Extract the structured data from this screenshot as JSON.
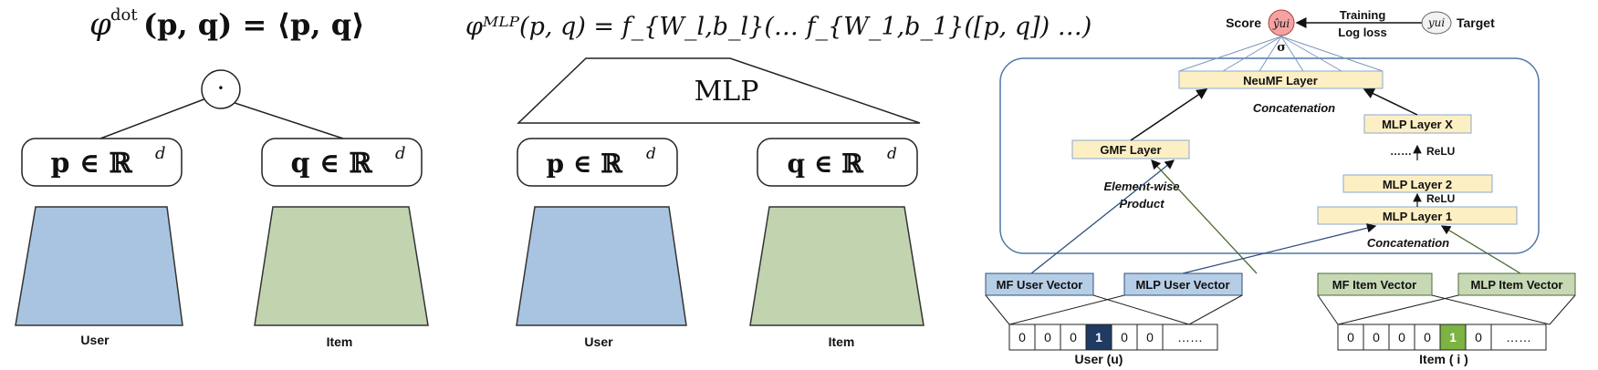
{
  "left_panel": {
    "formula": {
      "phi": "φ",
      "sup": "dot",
      "args": "(p, q) = ⟨p, q⟩"
    },
    "op_symbol": "·",
    "p_label": {
      "main": "p ∈ ℝ",
      "sup": "d"
    },
    "q_label": {
      "main": "q ∈ ℝ",
      "sup": "d"
    },
    "user_label": "User",
    "item_label": "Item"
  },
  "middle_panel": {
    "formula": "φᴹᴸᴾ(p, q) = f_{W_l,b_l}(… f_{W_1,b_1}([p, q]) …)",
    "mlp_label": "MLP",
    "p_label": {
      "main": "p ∈ ℝ",
      "sup": "d"
    },
    "q_label": {
      "main": "q ∈ ℝ",
      "sup": "d"
    },
    "user_label": "User",
    "item_label": "Item"
  },
  "neumf": {
    "score_label": "Score",
    "score_symbol": "ŷui",
    "training_label_1": "Training",
    "training_label_2": "Log loss",
    "target_symbol": "yui",
    "target_label": "Target",
    "sigma": "σ",
    "neumf_layer": "NeuMF Layer",
    "concat_top": "Concatenation",
    "gmf_layer": "GMF Layer",
    "mlp_layer_x": "MLP Layer X",
    "dots": "……",
    "relu_1": "ReLU",
    "mlp_layer_2": "MLP Layer 2",
    "relu_2": "ReLU",
    "mlp_layer_1": "MLP Layer 1",
    "elementwise_1": "Element-wise",
    "elementwise_2": "Product",
    "concat_bottom": "Concatenation",
    "mf_user_vector": "MF User Vector",
    "mlp_user_vector": "MLP User Vector",
    "mf_item_vector": "MF Item Vector",
    "mlp_item_vector": "MLP Item Vector",
    "user_onehot": [
      "0",
      "0",
      "0",
      "1",
      "0",
      "0",
      "……"
    ],
    "item_onehot": [
      "0",
      "0",
      "0",
      "0",
      "1",
      "0",
      "……"
    ],
    "user_caption": "User (u)",
    "item_caption": "Item ( i )"
  },
  "colors": {
    "blue_fill": "#a9c4e0",
    "green_fill": "#c2d3b0",
    "user_vec_fill": "#b6cde6",
    "item_vec_fill": "#c7d8b4",
    "layer_fill": "#fdefc4",
    "layer_border": "#8aa8cc",
    "container_border": "#4f77a8",
    "score_fill": "#f4a3a3",
    "user_hot": "#1f3a63",
    "item_hot": "#7cb342",
    "blue_line": "#2e4f7f",
    "green_line": "#4e6b34"
  }
}
